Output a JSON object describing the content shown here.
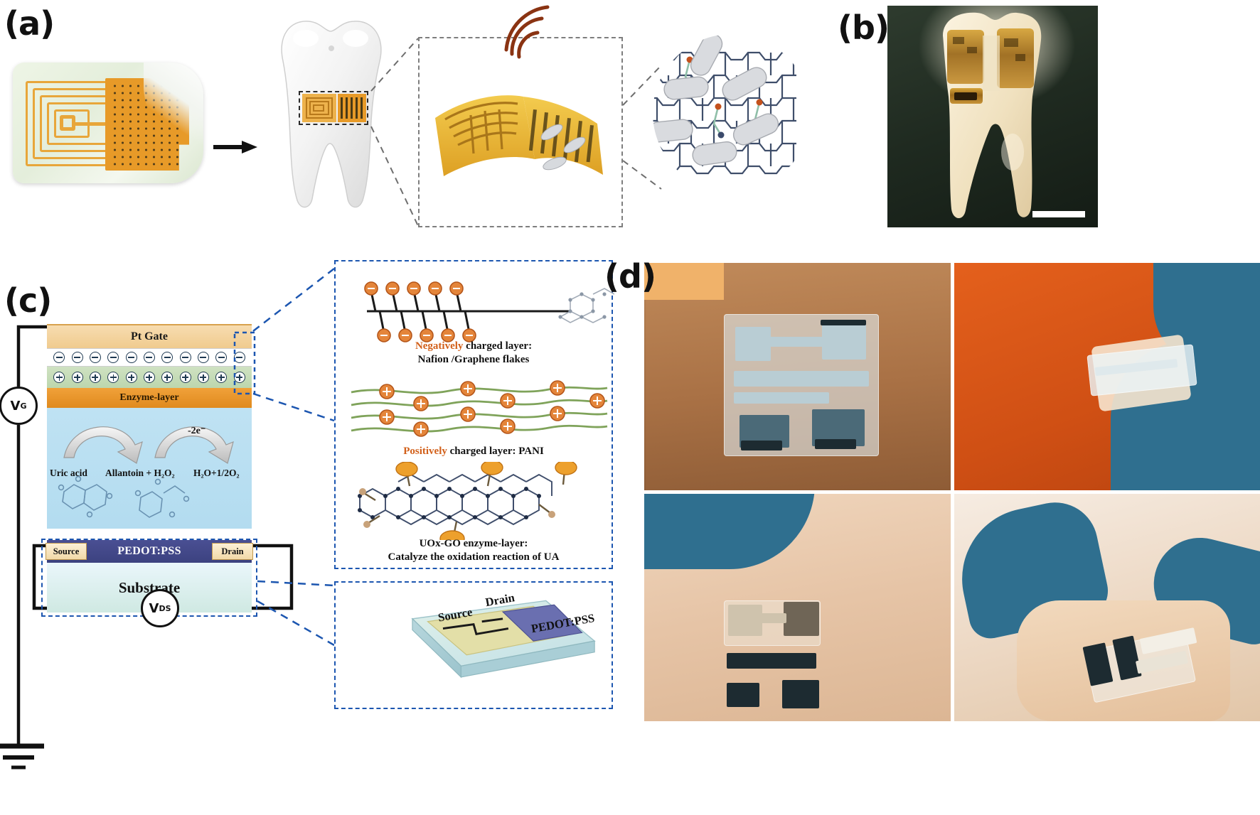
{
  "figure": {
    "panels": [
      {
        "id": "a",
        "label": "(a)"
      },
      {
        "id": "b",
        "label": "(b)"
      },
      {
        "id": "c",
        "label": "(c)"
      },
      {
        "id": "d",
        "label": "(d)"
      }
    ]
  },
  "panel_a": {
    "label": "(a)",
    "flexible_patch": {
      "name": "flexible RFID sensor patch",
      "coil_color": "#e8a63a",
      "substrate_color": "#e4eedb"
    },
    "arrow": {
      "name": "transfer-arrow",
      "direction": "right"
    },
    "tooth": {
      "name": "molar tooth illustration",
      "highlight_box": "dashed"
    },
    "rfid_tag": {
      "name": "bendable RFID antenna tag",
      "color": "#e0a82e"
    },
    "wireless_waves": {
      "name": "wireless signal arcs",
      "count": 3,
      "color": "#8a3312"
    },
    "detection_circle": {
      "name": "graphene mesh with bacteria",
      "mesh_color": "#2f3f5e",
      "bacteria_color": "#d8dade"
    }
  },
  "panel_b": {
    "label": "(b)",
    "photo": {
      "name": "tooth with mounted sensor",
      "background": "#22301f",
      "tooth_color": "#f0e6cc",
      "sensor_color": "#b9812a"
    },
    "scale_bar": {
      "name": "scale-bar",
      "color": "#ffffff"
    }
  },
  "panel_c": {
    "label": "(c)",
    "device_stack": {
      "pt_gate": "Pt Gate",
      "negative_charges": 11,
      "positive_charges": 11,
      "enzyme_layer": "Enzyme-layer",
      "channel": "PEDOT:PSS",
      "source": "Source",
      "drain": "Drain",
      "substrate": "Substrate"
    },
    "reaction": {
      "step1": "Uric acid",
      "step2": "Allantoin + H₂O₂",
      "step3": "H₂O+1/2O₂",
      "electrons": "-2e⁻"
    },
    "circuit": {
      "gate_source": "V",
      "gate_source_sub": "G",
      "drain_source": "V",
      "drain_source_sub": "DS",
      "ground": "ground-symbol"
    },
    "inset_top": {
      "negative_layer_title_hl": "Negatively",
      "negative_layer_title": " charged layer:",
      "negative_layer_sub": "Nafion /Graphene flakes",
      "positive_layer_title_hl": "Positively",
      "positive_layer_title": " charged layer: PANI",
      "enzyme_title": "UOx-GO enzyme-layer:",
      "enzyme_sub": "Catalyze the oxidation  reaction of UA"
    },
    "inset_bottom": {
      "source_label": "Source",
      "drain_label": "Drain",
      "channel_label": "PEDOT:PSS"
    }
  },
  "panel_d": {
    "label": "(d)",
    "photos": [
      {
        "name": "device-on-wood",
        "caption_visible": false
      },
      {
        "name": "device-held-in-gloved-fingers",
        "caption_visible": false
      },
      {
        "name": "device-on-forearm",
        "caption_visible": false
      },
      {
        "name": "device-on-hand-with-gloves",
        "caption_visible": false
      }
    ]
  },
  "colors": {
    "gold": "#e0a82e",
    "orange_accent": "#d2601a",
    "blue_dash": "#1c56b0",
    "enzyme_orange": "#e08a1e",
    "channel_navy": "#3c4280",
    "solution_blue": "#b3dcf0"
  }
}
